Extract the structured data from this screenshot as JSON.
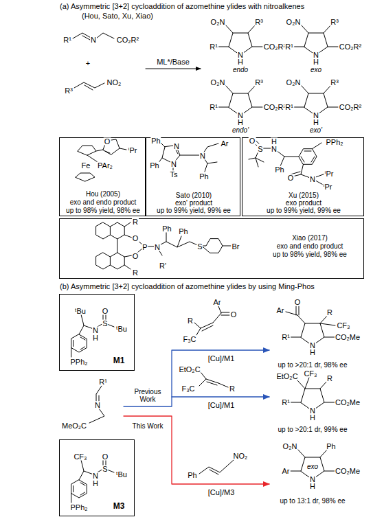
{
  "diagram": {
    "nodes": [
      {
        "text": [
          "O",
          "ⁱPr",
          "PAr₂",
          "Fe",
          "Hou (2005)",
          "exo and endo product",
          "up to 98% yield, 98% ee"
        ]
      },
      {
        "text": [
          "Ph",
          "Ph",
          "N",
          "N",
          "Ts",
          "N",
          "Ar",
          "Ph",
          "Sato (2010)",
          "exo' product",
          "up to 99% yield, 99% ee"
        ]
      },
      {
        "text": [
          "O",
          "S",
          "H",
          "N",
          "Ph",
          "O",
          "N",
          "ⁱPr",
          "ⁱPr",
          "PPh₂",
          "Xu (2015)",
          "exo product",
          "up to 99% yield, 99% ee"
        ]
      },
      {
        "text": [
          "R",
          "R",
          "O",
          "O",
          "P",
          "N",
          "R'",
          "Ph",
          "Ph",
          "S",
          "Br",
          "Xiao (2017)",
          "exo and endo product",
          "up to 98% yield, 98% ee"
        ]
      },
      {
        "text": [
          "ᵗBu",
          "N",
          "H",
          "S",
          "O",
          "ᵗBu",
          "PPh₂",
          "M1"
        ]
      },
      {
        "text": [
          "CF₃",
          "N",
          "H",
          "S",
          "O",
          "ᵗBu",
          "PPh₂",
          "M3"
        ]
      }
    ],
    "labels": [
      "(a) Asymmetric [3+2] cycloaddition of azomethine ylides with nitroalkenes",
      "(Hou, Sato, Xu, Xiao)",
      "R¹",
      "N",
      "CO₂R²",
      "+",
      "R³",
      "NO₂",
      "ML*/Base",
      "O₂N",
      "R³",
      "R¹",
      "N",
      "H",
      "CO₂R²",
      "endo",
      "O₂N",
      "R³",
      "R¹",
      "N",
      "H",
      "CO₂R²",
      "exo",
      "O₂N",
      "R³",
      "R¹",
      "N",
      "H",
      "CO₂R²",
      "endo'",
      "O₂N",
      "R³",
      "R¹",
      "N",
      "H",
      "CO₂R²",
      "exo'",
      "(b) Asymmetric [3+2] cycloaddition of azomethine ylides by using Ming-Phos",
      "R¹",
      "N",
      "MeO₂C",
      "Previous Work",
      "This Work",
      "Ar",
      "O",
      "R",
      "F₃C",
      "[Cu]/M1",
      "EtO₂C",
      "F₃C",
      "R",
      "[Cu]/M1",
      "NO₂",
      "Ph",
      "[Cu]/M3",
      "O",
      "Ar",
      "R",
      "CF₃",
      "R¹",
      "N",
      "H",
      "CO₂Me",
      "up to >20:1 dr, 98% ee",
      "EtO₂C",
      "CF₃",
      "R",
      "R¹",
      "N",
      "H",
      "CO₂Me",
      "up to >20:1 dr, 99% ee",
      "O₂N",
      "Ph",
      "Ar",
      "exo",
      "N",
      "H",
      "CO₂Me",
      "up to 13:1 dr, 98% ee"
    ]
  }
}
